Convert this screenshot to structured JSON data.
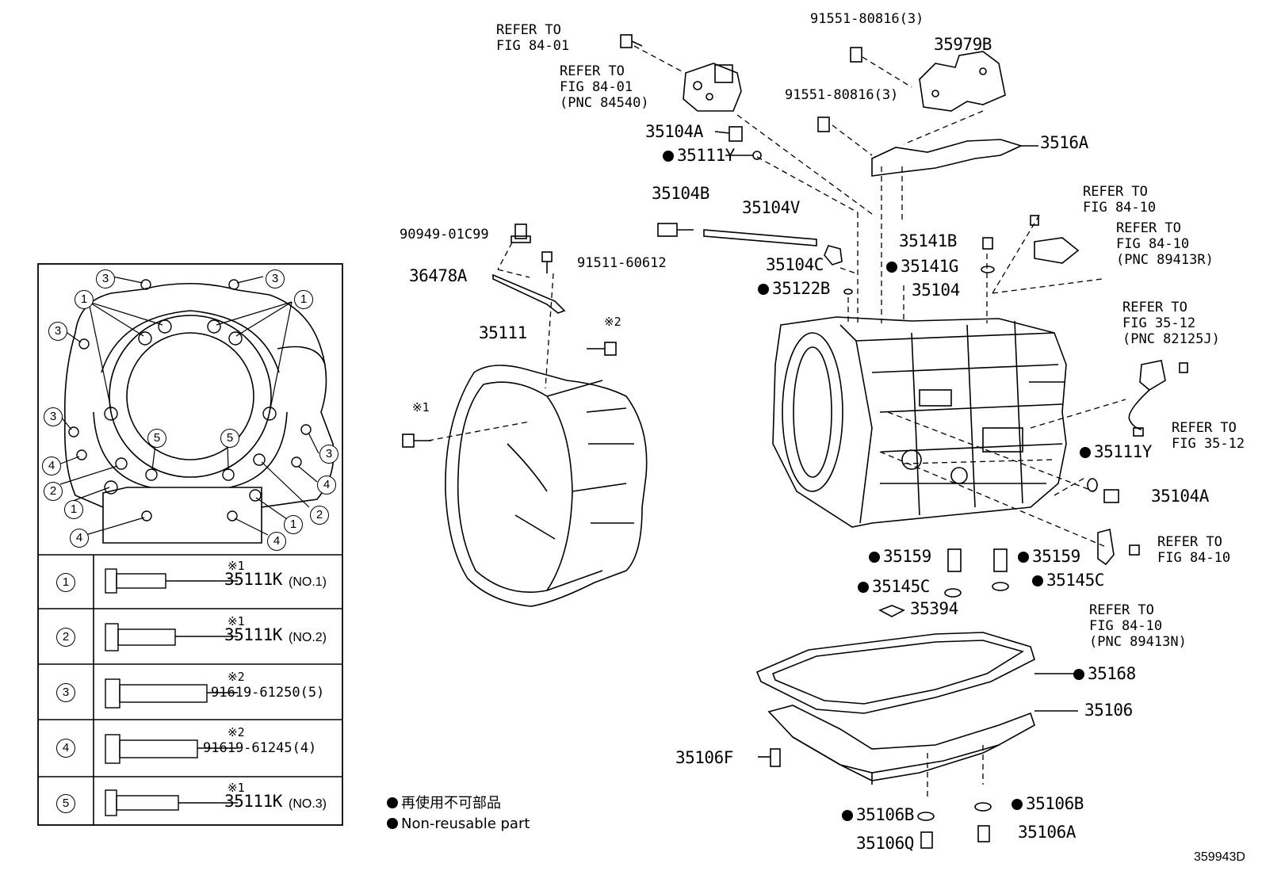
{
  "callouts": {
    "refer_84_01_a": [
      "REFER TO",
      "FIG 84-01"
    ],
    "refer_84_01_b": [
      "REFER TO",
      "FIG 84-01",
      "(PNC 84540)"
    ],
    "refer_84_10_a": [
      "REFER TO",
      "FIG 84-10"
    ],
    "refer_84_10_b": [
      "REFER TO",
      "FIG 84-10",
      "(PNC 89413R)"
    ],
    "refer_35_12_a": [
      "REFER TO",
      "FIG 35-12",
      "(PNC 82125J)"
    ],
    "refer_35_12_b": [
      "REFER TO",
      "FIG 35-12"
    ],
    "refer_84_10_c": [
      "REFER TO",
      "FIG 84-10"
    ],
    "refer_84_10_d": [
      "REFER TO",
      "FIG 84-10",
      "(PNC 89413N)"
    ]
  },
  "parts": {
    "p91551_top": "91551-80816(3)",
    "p35979B": "35979B",
    "p91551_mid": "91551-80816(3)",
    "p35104A_top": "35104A",
    "p35111Y_top": "35111Y",
    "p3516A": "3516A",
    "p35104B": "35104B",
    "p35104V": "35104V",
    "p90949": "90949-01C99",
    "p91511": "91511-60612",
    "p36478A": "36478A",
    "p35104C": "35104C",
    "p35141B": "35141B",
    "p35141G": "35141G",
    "p35122B": "35122B",
    "p35104": "35104",
    "p35111": "35111",
    "p35111Y_right": "35111Y",
    "p35104A_right": "35104A",
    "p35159_l": "35159",
    "p35159_r": "35159",
    "p35145C_l": "35145C",
    "p35145C_r": "35145C",
    "p35394": "35394",
    "p35168": "35168",
    "p35106": "35106",
    "p35106F": "35106F",
    "p35106B_l": "35106B",
    "p35106B_r": "35106B",
    "p35106Q": "35106Q",
    "p35106A": "35106A"
  },
  "marks": {
    "m1": "※1",
    "m2": "※2"
  },
  "bolt_table": [
    {
      "num": "1",
      "mark": "※1",
      "part": "35111K",
      "note": "(NO.1)"
    },
    {
      "num": "2",
      "mark": "※1",
      "part": "35111K",
      "note": "(NO.2)"
    },
    {
      "num": "3",
      "mark": "※2",
      "part": "91619-61250(5)",
      "note": ""
    },
    {
      "num": "4",
      "mark": "※2",
      "part": "91619-61245(4)",
      "note": ""
    },
    {
      "num": "5",
      "mark": "※1",
      "part": "35111K",
      "note": "(NO.3)"
    }
  ],
  "inset_numbers": {
    "n3a": "3",
    "n3b": "3",
    "n3c": "3",
    "n3d": "3",
    "n3e": "3",
    "n1a": "1",
    "n1b": "1",
    "n1c": "1",
    "n1d": "1",
    "n5a": "5",
    "n5b": "5",
    "n4a": "4",
    "n4b": "4",
    "n4c": "4",
    "n4d": "4",
    "n2a": "2",
    "n2b": "2"
  },
  "legend": {
    "line1": "再使用不可部品",
    "line2": "Non-reusable part"
  },
  "diagram_code": "359943D"
}
